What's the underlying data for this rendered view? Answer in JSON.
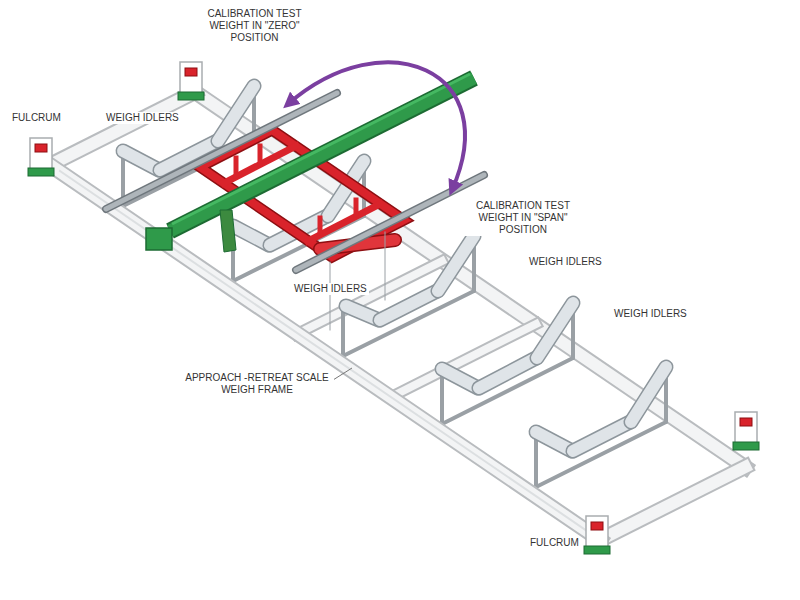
{
  "diagram": {
    "labels": [
      "CALIBRATION TEST WEIGHT IN \"ZERO\" POSITION",
      "FULCRUM",
      "WEIGH IDLERS",
      "CALIBRATION TEST WEIGHT IN \"SPAN\" POSITION",
      "WEIGH IDLERS",
      "WEIGH IDLERS",
      "WEIGH IDLERS",
      "APPROACH -RETREAT SCALE WEIGH FRAME",
      "FULCRUM"
    ]
  }
}
